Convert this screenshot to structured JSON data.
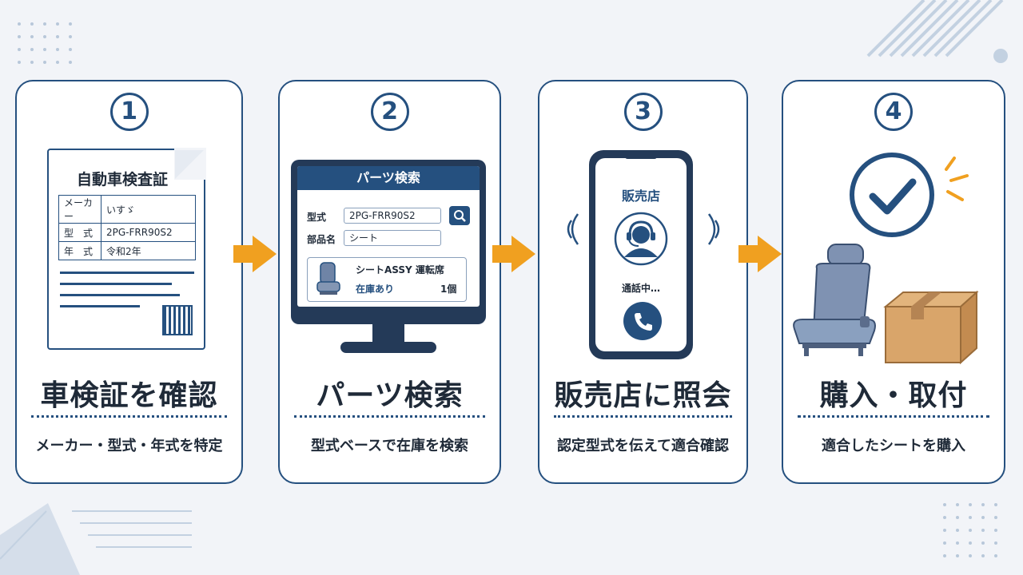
{
  "steps": [
    {
      "number": "1",
      "title": "車検証を確認",
      "description": "メーカー・型式・年式を特定"
    },
    {
      "number": "2",
      "title": "パーツ検索",
      "description": "型式ベースで在庫を検索"
    },
    {
      "number": "3",
      "title": "販売店に照会",
      "description": "認定型式を伝えて適合確認"
    },
    {
      "number": "4",
      "title": "購入・取付",
      "description": "適合したシートを購入"
    }
  ],
  "certificate": {
    "title": "自動車検査証",
    "rows": [
      {
        "key": "メーカー",
        "value": "いすゞ"
      },
      {
        "key": "型　式",
        "value": "2PG-FRR90S2"
      },
      {
        "key": "年　式",
        "value": "令和2年"
      }
    ]
  },
  "parts_search": {
    "header": "パーツ検索",
    "model_label": "型式",
    "model_value": "2PG-FRR90S2",
    "part_label": "部品名",
    "part_value": "シート",
    "result_name": "シートASSY 運転席",
    "result_stock": "在庫あり",
    "result_qty": "1個"
  },
  "phone": {
    "dealer": "販売店",
    "status": "通話中…"
  },
  "colors": {
    "navy": "#25507f",
    "orange": "#f0a020",
    "background": "#f2f4f8"
  }
}
